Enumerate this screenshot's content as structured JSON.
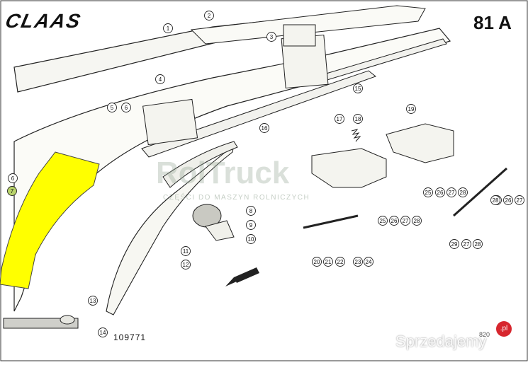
{
  "header": {
    "brand": "CLAAS",
    "page_number": "81 A"
  },
  "footer": {
    "document_number": "109771",
    "reference": "820"
  },
  "watermark": {
    "logo_text": "RolTruck",
    "subtitle": "CZĘŚCI DO MASZYN ROLNICZYCH",
    "site": "Sprzedajemy",
    "site_badge": ".pl"
  },
  "highlight": {
    "part": "7",
    "color": "#ffff00"
  },
  "callouts": [
    "1",
    "2",
    "3",
    "4",
    "5",
    "6",
    "7",
    "8",
    "9",
    "10",
    "11",
    "12",
    "13",
    "14",
    "15",
    "16",
    "17",
    "18",
    "19",
    "20",
    "21",
    "22",
    "23",
    "24",
    "25",
    "26",
    "27",
    "28",
    "25",
    "26",
    "27",
    "28",
    "25",
    "26",
    "27",
    "28",
    "29",
    "27",
    "28",
    "6"
  ]
}
